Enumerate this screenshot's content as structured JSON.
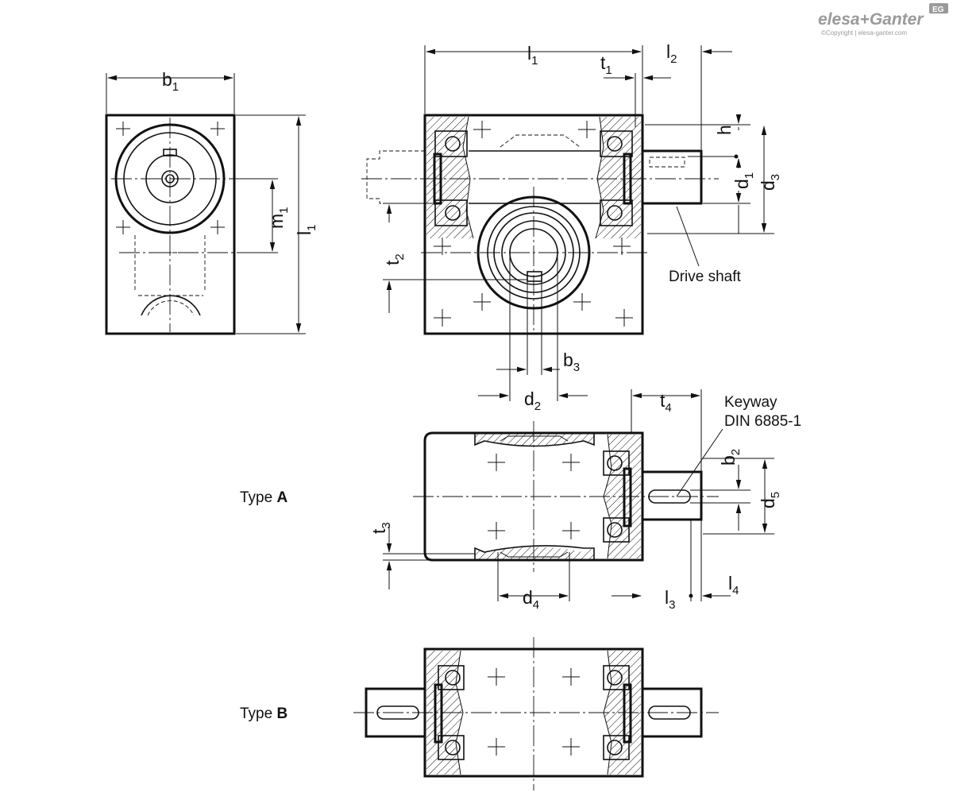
{
  "brand": {
    "logo_text": "elesa+Ganter",
    "badge": "EG",
    "copyright": "©Copyright | elesa-ganter.com"
  },
  "dimensions": {
    "b1": {
      "base": "b",
      "sub": "1"
    },
    "l1_top": {
      "base": "l",
      "sub": "1"
    },
    "l2": {
      "base": "l",
      "sub": "2"
    },
    "t1": {
      "base": "t",
      "sub": "1"
    },
    "h": {
      "base": "h",
      "sub": ""
    },
    "d1": {
      "base": "d",
      "sub": "1"
    },
    "d3": {
      "base": "d",
      "sub": "3"
    },
    "m1": {
      "base": "m",
      "sub": "1"
    },
    "l1_side": {
      "base": "l",
      "sub": "1"
    },
    "t2": {
      "base": "t",
      "sub": "2"
    },
    "b3": {
      "base": "b",
      "sub": "3"
    },
    "d2": {
      "base": "d",
      "sub": "2"
    },
    "t4": {
      "base": "t",
      "sub": "4"
    },
    "b2": {
      "base": "b",
      "sub": "2"
    },
    "d5": {
      "base": "d",
      "sub": "5"
    },
    "t3": {
      "base": "t",
      "sub": "3"
    },
    "d4": {
      "base": "d",
      "sub": "4"
    },
    "l3": {
      "base": "l",
      "sub": "3"
    },
    "l4": {
      "base": "l",
      "sub": "4"
    }
  },
  "labels": {
    "drive_shaft": "Drive shaft",
    "keyway_line1": "Keyway",
    "keyway_line2": "DIN 6885-1",
    "type_a_prefix": "Type ",
    "type_a_letter": "A",
    "type_b_prefix": "Type ",
    "type_b_letter": "B"
  }
}
